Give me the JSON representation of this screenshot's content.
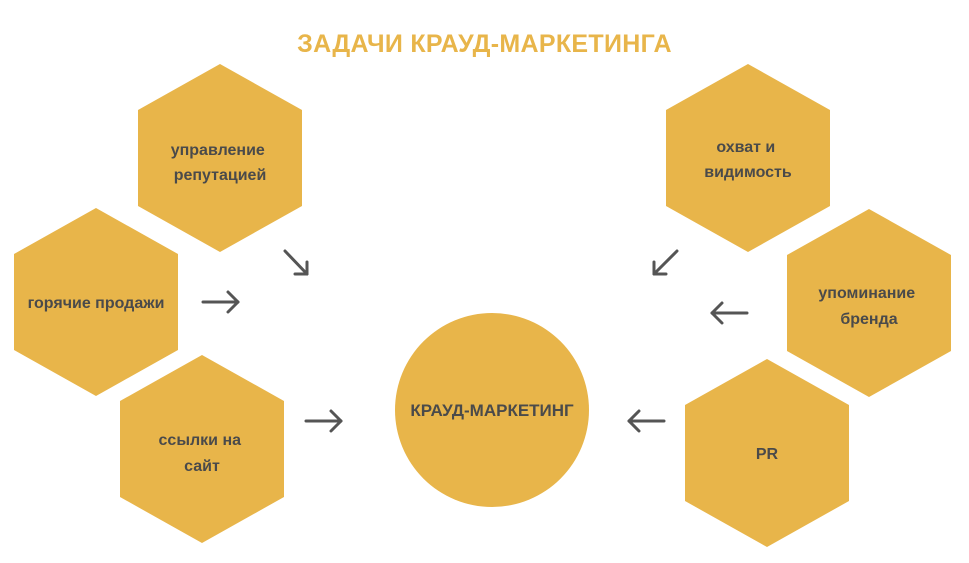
{
  "title": "ЗАДАЧИ КРАУД-МАРКЕТИНГА",
  "colors": {
    "fill": "#e8b54a",
    "text": "#4a4a4a",
    "arrow": "#555555",
    "title": "#e8b54a"
  },
  "center": {
    "label": "КРАУД-МАРКЕТИНГ"
  },
  "nodes": [
    {
      "id": "reputation",
      "lines": [
        "управление",
        "репутацией"
      ]
    },
    {
      "id": "hot-sales",
      "lines": [
        "горячие продажи"
      ]
    },
    {
      "id": "site-links",
      "lines": [
        "ссылки на",
        "сайт"
      ]
    },
    {
      "id": "reach",
      "lines": [
        "охват и",
        "видимость"
      ]
    },
    {
      "id": "brand-mention",
      "lines": [
        "упоминание",
        "бренда"
      ]
    },
    {
      "id": "pr",
      "lines": [
        "PR"
      ]
    }
  ]
}
